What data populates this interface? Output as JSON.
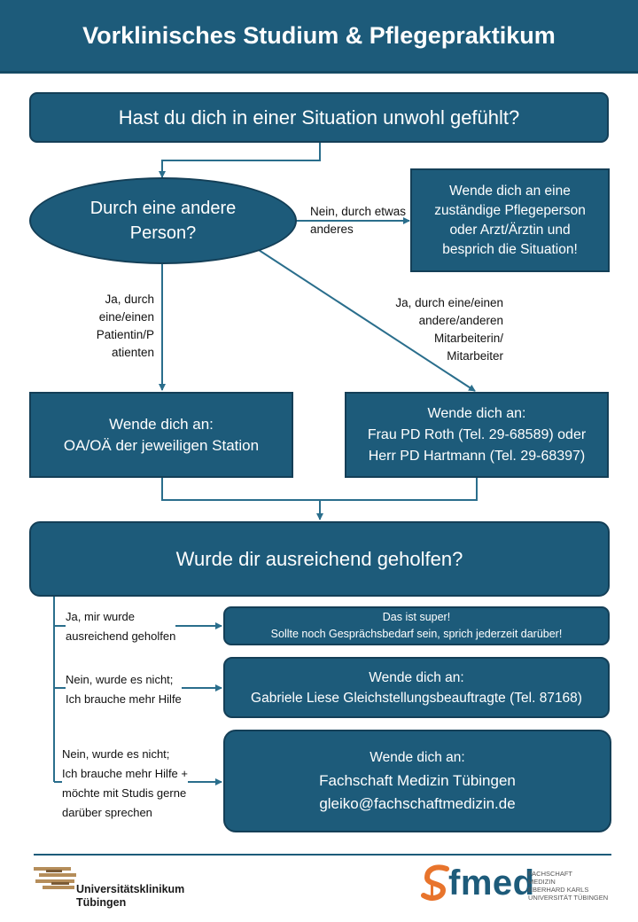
{
  "header": {
    "title": "Vorklinisches Studium & Pflegepraktikum"
  },
  "q1": {
    "text": "Hast du dich in einer Situation unwohl gefühlt?"
  },
  "q2": {
    "lines": [
      "Durch eine andere",
      "Person?"
    ]
  },
  "nurse_box": {
    "lines": [
      "Wende dich an eine",
      "zuständige Pflegeperson",
      "oder Arzt/Ärztin und",
      "besprich die Situation!"
    ]
  },
  "label_no_other": {
    "lines": [
      "Nein, durch etwas",
      "anderes"
    ]
  },
  "label_patient": {
    "lines": [
      "Ja, durch",
      "eine/einen",
      "Patientin/P",
      "atienten"
    ]
  },
  "label_staff": {
    "lines": [
      "Ja, durch eine/einen",
      "andere/anderen",
      "Mitarbeiterin/",
      "Mitarbeiter"
    ]
  },
  "oa_box": {
    "lines": [
      "Wende dich an:",
      "OA/OÄ der jeweiligen Station"
    ]
  },
  "roth_box": {
    "lines": [
      "Wende dich an:",
      "Frau PD Roth (Tel. 29-68589) oder",
      "Herr PD Hartmann (Tel. 29-68397)"
    ]
  },
  "q3": {
    "text": "Wurde dir ausreichend geholfen?"
  },
  "label_yes_helped": {
    "lines": [
      "Ja, mir wurde",
      "ausreichend geholfen"
    ]
  },
  "super_box": {
    "lines": [
      "Das ist super!",
      "Sollte noch Gesprächsbedarf sein, sprich jederzeit darüber!"
    ]
  },
  "label_no_help": {
    "lines": [
      "Nein, wurde es nicht;",
      "Ich brauche mehr Hilfe"
    ]
  },
  "liese_box": {
    "lines": [
      "Wende dich an:",
      "Gabriele Liese Gleichstellungsbeauftragte (Tel. 87168)"
    ]
  },
  "label_no_help_studis": {
    "lines": [
      "Nein, wurde es nicht;",
      "Ich brauche mehr Hilfe +",
      "möchte mit Studis gerne",
      "darüber sprechen"
    ]
  },
  "fachschaft_box": {
    "lines": [
      "Wende dich an:",
      "Fachschaft Medizin Tübingen",
      "gleiko@fachschaftmedizin.de"
    ]
  },
  "footer": {
    "ukt_name": [
      "Universitätsklinikum",
      "Tübingen"
    ],
    "fmed_logo": "fmed",
    "fmed_sub": [
      "FACHSCHAFT",
      "MEDIZIN",
      "EBERHARD KARLS",
      "UNIVERSITÄT TÜBINGEN"
    ]
  },
  "colors": {
    "box": "#1d5b7a",
    "border": "#143f57",
    "arrow": "#2a6e8c",
    "accent_orange": "#e8742c"
  }
}
